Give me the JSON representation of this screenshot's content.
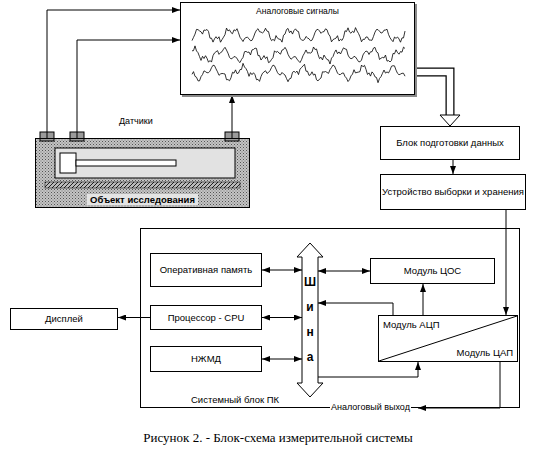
{
  "diagram": {
    "caption": "Рисунок 2. - Блок-схема измерительной системы",
    "nodes": [
      {
        "text": [
          "Объект исследования"
        ]
      },
      {
        "text": [
          "Аналоговые сигналы"
        ]
      },
      {
        "text": [
          "Блок подготовки данных"
        ]
      },
      {
        "text": [
          "Устройство выборки и хранения"
        ]
      },
      {
        "text": [
          "Системный блок ПК"
        ]
      },
      {
        "text": [
          "Оперативная память"
        ],
        "in": 4
      },
      {
        "text": [
          "Процессор - CPU"
        ],
        "in": 4
      },
      {
        "text": [
          "НЖМД"
        ],
        "in": 4
      },
      {
        "text": [
          "Шина"
        ],
        "in": 4
      },
      {
        "text": [
          "Модуль ЦОС"
        ],
        "in": 4
      },
      {
        "text": [
          "Модуль АЦП",
          "Модуль ЦАП"
        ],
        "in": 4
      },
      {
        "text": [
          "Дисплей"
        ]
      }
    ],
    "edges": [
      {
        "from": 0,
        "to": 1,
        "arrow": "to"
      },
      {
        "from": 0,
        "to": 1,
        "arrow": "to"
      },
      {
        "from": 0,
        "to": 1,
        "arrow": "to"
      },
      {
        "from": 1,
        "to": 2,
        "arrow": "to"
      },
      {
        "from": 2,
        "to": 3,
        "arrow": "to"
      },
      {
        "from": 3,
        "to": 10,
        "arrow": "to"
      },
      {
        "from": 5,
        "to": 8,
        "arrow": "both"
      },
      {
        "from": 6,
        "to": 8,
        "arrow": "both"
      },
      {
        "from": 7,
        "to": 8,
        "arrow": "both"
      },
      {
        "from": 8,
        "to": 9,
        "arrow": "both"
      },
      {
        "from": 10,
        "to": 8,
        "arrow": "to"
      },
      {
        "from": 10,
        "to": 9,
        "arrow": "to"
      },
      {
        "from": 8,
        "to": 10,
        "arrow": "to"
      },
      {
        "from": 6,
        "to": 11,
        "arrow": "to"
      }
    ],
    "labels": [
      "Датчики",
      "Аналоговый выход"
    ]
  }
}
